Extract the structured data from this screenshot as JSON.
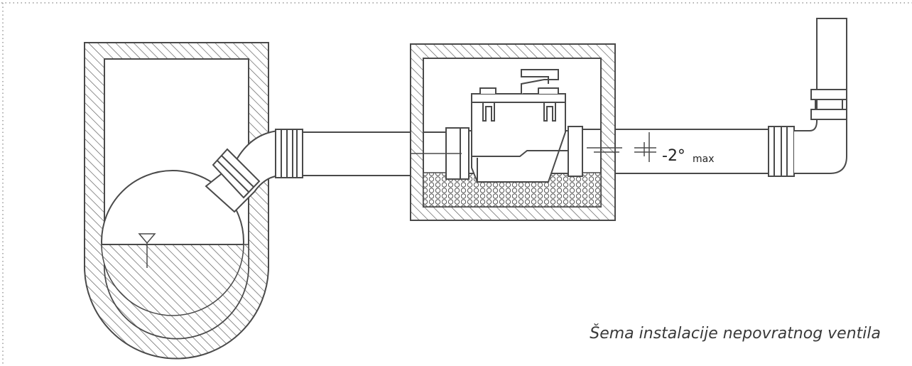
{
  "caption": "Šema instalacije nepovratnog ventila",
  "slope_label": {
    "value": "-2°",
    "subscript": "max"
  },
  "colors": {
    "line": "#4a4a4a",
    "hatch": "#555555",
    "background": "#ffffff",
    "frame_dots": "#9a9a9a"
  }
}
